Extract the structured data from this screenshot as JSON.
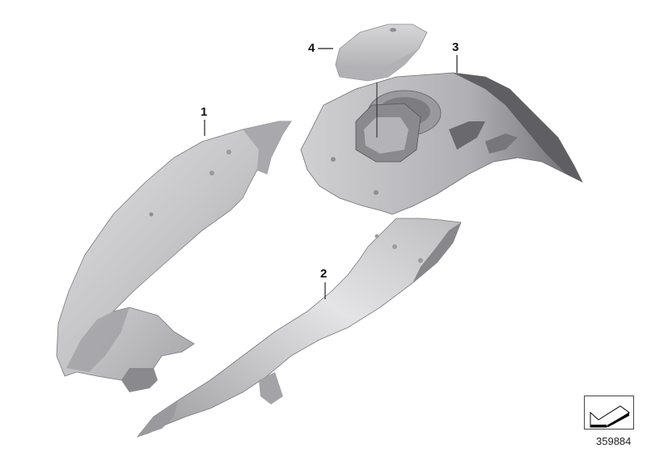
{
  "diagram": {
    "type": "exploded-parts-diagram",
    "subject": "Motorcycle fuel tank trim panels",
    "parts": [
      {
        "callout": "1",
        "name": "side-trim-panel-left"
      },
      {
        "callout": "2",
        "name": "side-trim-panel-right"
      },
      {
        "callout": "3",
        "name": "tank-cover"
      },
      {
        "callout": "4",
        "name": "cover-cap"
      }
    ],
    "reference_number": "359884",
    "colors": {
      "part_light": "#d9d9db",
      "part_mid": "#b8b8bb",
      "part_dark": "#8e8e92",
      "part_shadow": "#6f6f73",
      "line": "#222222"
    }
  }
}
